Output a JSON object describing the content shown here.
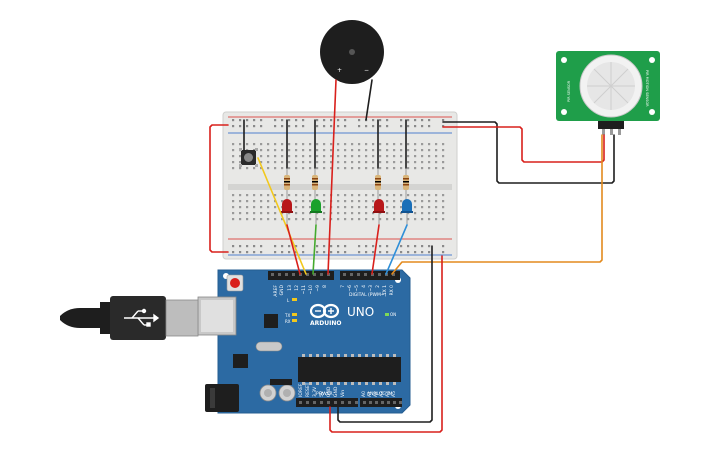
{
  "board": {
    "model": "UNO",
    "brand": "ARDUINO",
    "digital_header": "DIGITAL (PWM~)",
    "power_header": "POWER",
    "analog_header": "ANALOG IN",
    "aref": "AREF",
    "gnd": "GND",
    "pin13": "13",
    "pin12": "12",
    "pin11": "~11",
    "pin10": "~10",
    "pin9": "~9",
    "pin8": "8",
    "pin7": "7",
    "pin6": "~6",
    "pin5": "~5",
    "pin4": "4",
    "pin3": "~3",
    "pin2": "2",
    "pin1": "TX 1",
    "pin0": "RX 0",
    "tx": "TX",
    "rx": "RX",
    "l": "L",
    "on": "ON",
    "ioref": "IOREF",
    "reset": "RESET",
    "v33": "3.3V",
    "v5": "5V",
    "gnd1": "GND",
    "gnd2": "GND",
    "vin": "Vin",
    "a0": "A0",
    "a1": "A1",
    "a2": "A2",
    "a3": "A3",
    "a4": "A4",
    "a5": "A5"
  },
  "pir": {
    "side_a": "PIR MOTION SENSOR",
    "side_b": "PIR SENSOR"
  },
  "buzzer": {
    "plus": "+",
    "minus": "−"
  },
  "colors": {
    "board": "#2c6aa3",
    "board_dark": "#245d92",
    "breadboard": "#e8e8e6",
    "wire_red": "#d9201c",
    "wire_black": "#1e1e1e",
    "wire_yellow": "#f2c81d",
    "wire_green": "#44aa2e",
    "wire_blue": "#2f8fd8",
    "wire_orange": "#e38a1e",
    "pir_board": "#1f9e4a",
    "led_red": "#b8171a",
    "led_green": "#1aa12c",
    "led_blue": "#1a6fb8"
  }
}
